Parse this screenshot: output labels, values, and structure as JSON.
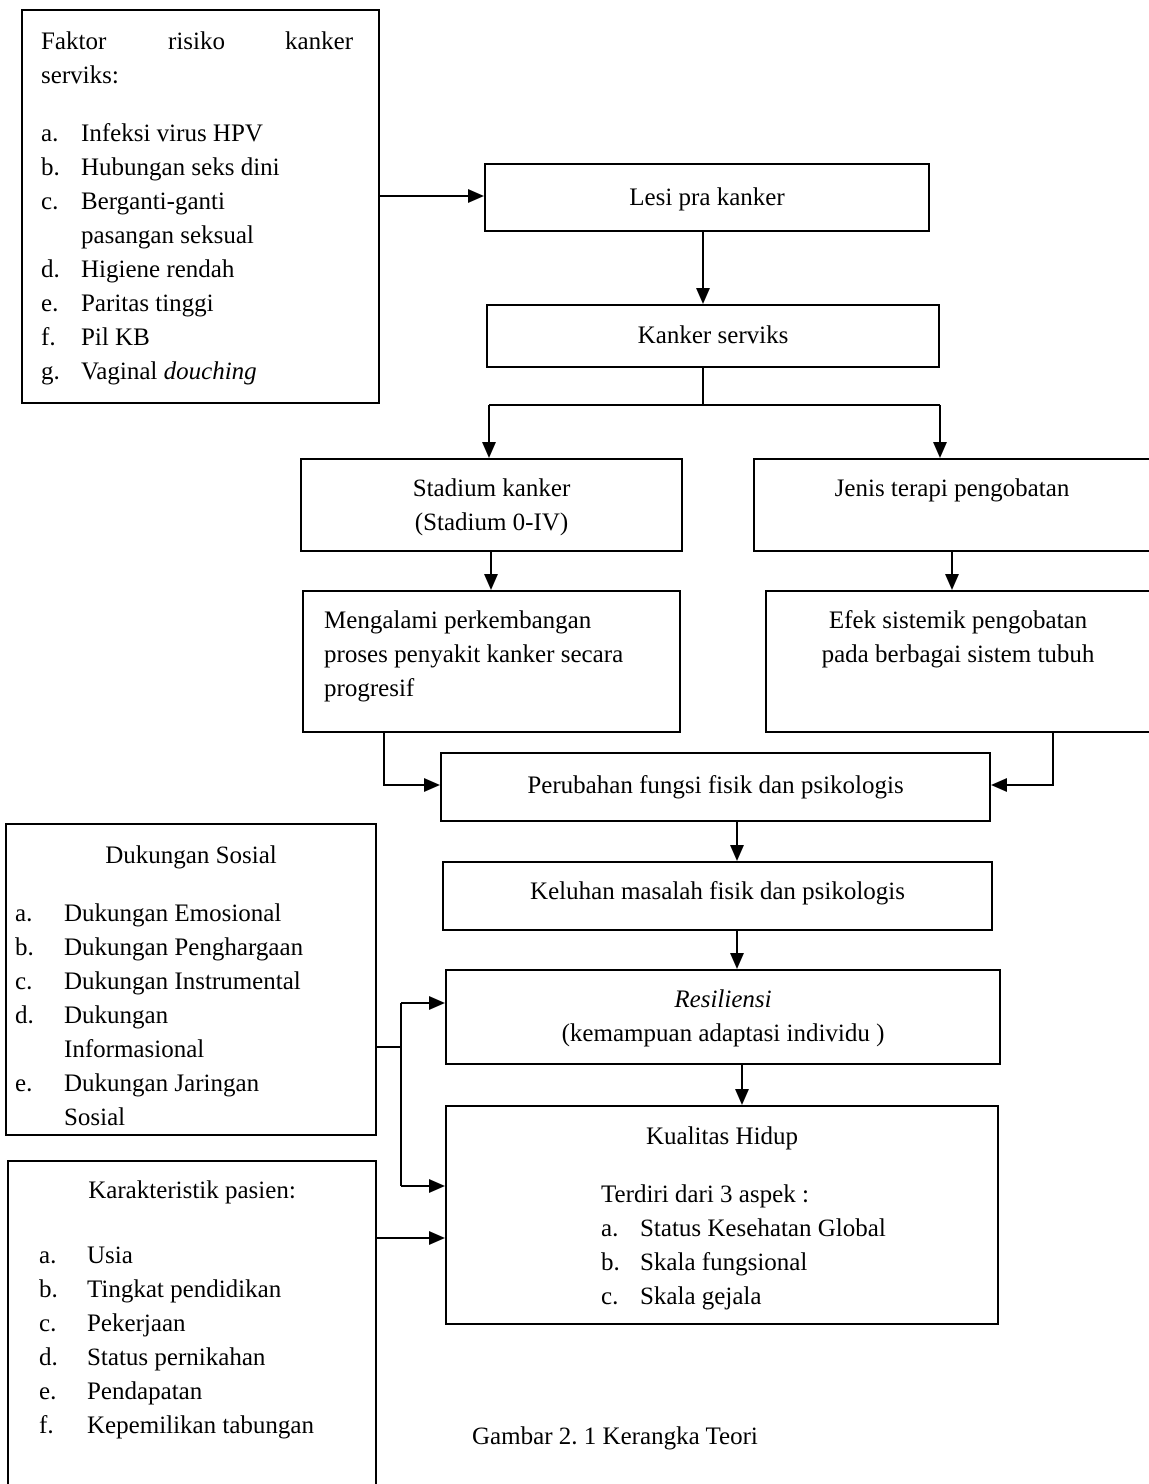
{
  "risk_factors": {
    "title_1": "Faktor",
    "title_2": "risiko",
    "title_3": "kanker",
    "title_4": "serviks:",
    "items": [
      {
        "m": "a.",
        "text": "Infeksi virus HPV"
      },
      {
        "m": "b.",
        "text": "Hubungan seks dini"
      },
      {
        "m": "c.",
        "text": "Berganti-ganti",
        "cont": "pasangan seksual"
      },
      {
        "m": "d.",
        "text": "Higiene rendah"
      },
      {
        "m": "e.",
        "text": "Paritas tinggi"
      },
      {
        "m": "f.",
        "text": "Pil KB"
      },
      {
        "m": "g.",
        "text": "Vaginal ",
        "ital": "douching"
      }
    ]
  },
  "lesi": "Lesi pra kanker",
  "kanker": "Kanker serviks",
  "stadium": {
    "line1": "Stadium kanker",
    "line2": "(Stadium 0-IV)"
  },
  "terapi": "Jenis terapi pengobatan",
  "progres": {
    "line1": "Mengalami perkembangan",
    "line2": "proses penyakit kanker secara",
    "line3": "progresif"
  },
  "efek": {
    "line1": "Efek sistemik pengobatan",
    "line2": "pada berbagai sistem tubuh"
  },
  "perubahan": "Perubahan fungsi fisik dan psikologis",
  "keluhan": "Keluhan masalah fisik dan psikologis",
  "resiliensi": {
    "line1": "Resiliensi",
    "line2": "(kemampuan adaptasi individu )"
  },
  "kualitas": {
    "title": "Kualitas Hidup",
    "intro": "Terdiri dari 3 aspek :",
    "items": [
      {
        "m": "a.",
        "text": "Status Kesehatan Global"
      },
      {
        "m": "b.",
        "text": "Skala fungsional"
      },
      {
        "m": "c.",
        "text": "Skala gejala"
      }
    ]
  },
  "dukungan": {
    "title": "Dukungan Sosial",
    "items": [
      {
        "m": "a.",
        "text": "Dukungan Emosional"
      },
      {
        "m": "b.",
        "text": "Dukungan Penghargaan"
      },
      {
        "m": "c.",
        "text": "Dukungan Instrumental"
      },
      {
        "m": "d.",
        "text": "Dukungan",
        "cont": "Informasional"
      },
      {
        "m": "e.",
        "text": "Dukungan Jaringan",
        "cont": "Sosial"
      }
    ]
  },
  "karakteristik": {
    "title": "Karakteristik pasien:",
    "items": [
      {
        "m": "a.",
        "text": "Usia"
      },
      {
        "m": "b.",
        "text": "Tingkat pendidikan"
      },
      {
        "m": "c.",
        "text": "Pekerjaan"
      },
      {
        "m": "d.",
        "text": "Status pernikahan"
      },
      {
        "m": "e.",
        "text": "Pendapatan"
      },
      {
        "m": "f.",
        "text": "Kepemilikan tabungan"
      }
    ]
  },
  "caption": "Gambar 2. 1 Kerangka Teori"
}
